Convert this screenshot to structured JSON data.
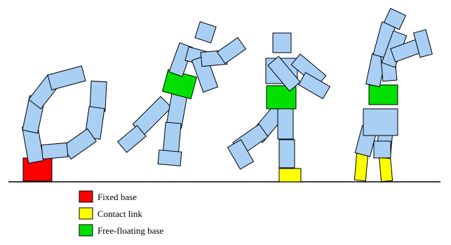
{
  "colors": {
    "link": "#a9cff5",
    "fixed_base": "#ff0000",
    "contact_link": "#ffff00",
    "free_floating_base": "#00e000",
    "outline": "#000000",
    "background": "#ffffff"
  },
  "legend": {
    "fixed_base": "Fixed base",
    "contact_link": "Contact link",
    "free_floating_base": "Free-floating base"
  }
}
